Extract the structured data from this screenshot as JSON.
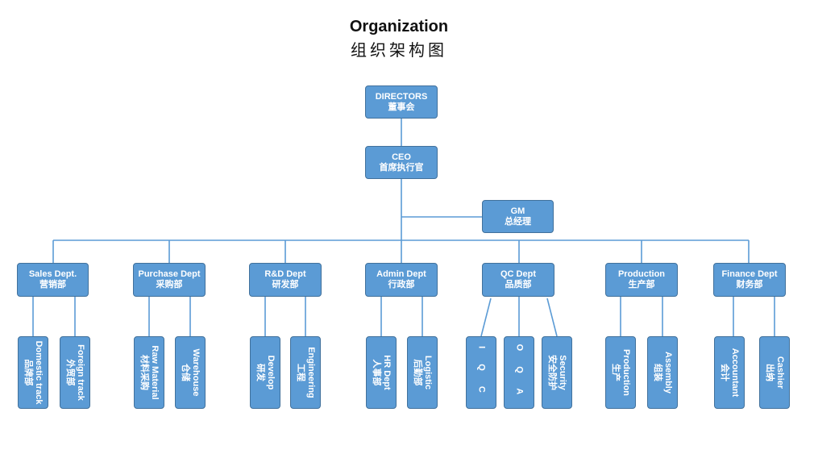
{
  "title": {
    "en": "Organization",
    "cn": "组织架构图"
  },
  "top": {
    "directors": {
      "en": "DIRECTORS",
      "cn": "董事会"
    },
    "ceo": {
      "en": "CEO",
      "cn": "首席执行官"
    },
    "gm": {
      "en": "GM",
      "cn": "总经理"
    }
  },
  "departments": [
    {
      "en": "Sales Dept.",
      "cn": "营销部",
      "units": [
        {
          "en": "Domestic track",
          "cn": "品牌部"
        },
        {
          "en": "Foreign track",
          "cn": "外贸部"
        }
      ]
    },
    {
      "en": "Purchase Dept",
      "cn": "采购部",
      "units": [
        {
          "en": "Raw Material",
          "cn": "材料采购"
        },
        {
          "en": "Warehouse",
          "cn": "仓储"
        }
      ]
    },
    {
      "en": "R&D Dept",
      "cn": "研发部",
      "units": [
        {
          "en": "Develop",
          "cn": "研发"
        },
        {
          "en": "Engineering",
          "cn": "工程"
        }
      ]
    },
    {
      "en": "Admin Dept",
      "cn": "行政部",
      "units": [
        {
          "en": "HR Dept",
          "cn": "人事部"
        },
        {
          "en": "Logistic",
          "cn": "后勤部"
        }
      ]
    },
    {
      "en": "QC Dept",
      "cn": "品质部",
      "units": [
        {
          "en": "I Q C",
          "cn": ""
        },
        {
          "en": "O Q A",
          "cn": ""
        },
        {
          "en": "Security",
          "cn": "安全防护"
        }
      ]
    },
    {
      "en": "Production",
      "cn": "生产部",
      "units": [
        {
          "en": "Production",
          "cn": "生产"
        },
        {
          "en": "Assembly",
          "cn": "组装"
        }
      ]
    },
    {
      "en": "Finance Dept",
      "cn": "财务部",
      "units": [
        {
          "en": "Accountant",
          "cn": "会计"
        },
        {
          "en": "Cashier",
          "cn": "出纳"
        }
      ]
    }
  ],
  "colors": {
    "box_fill": "#5b9bd5",
    "box_border": "#41719c",
    "line": "#5b9bd5"
  }
}
